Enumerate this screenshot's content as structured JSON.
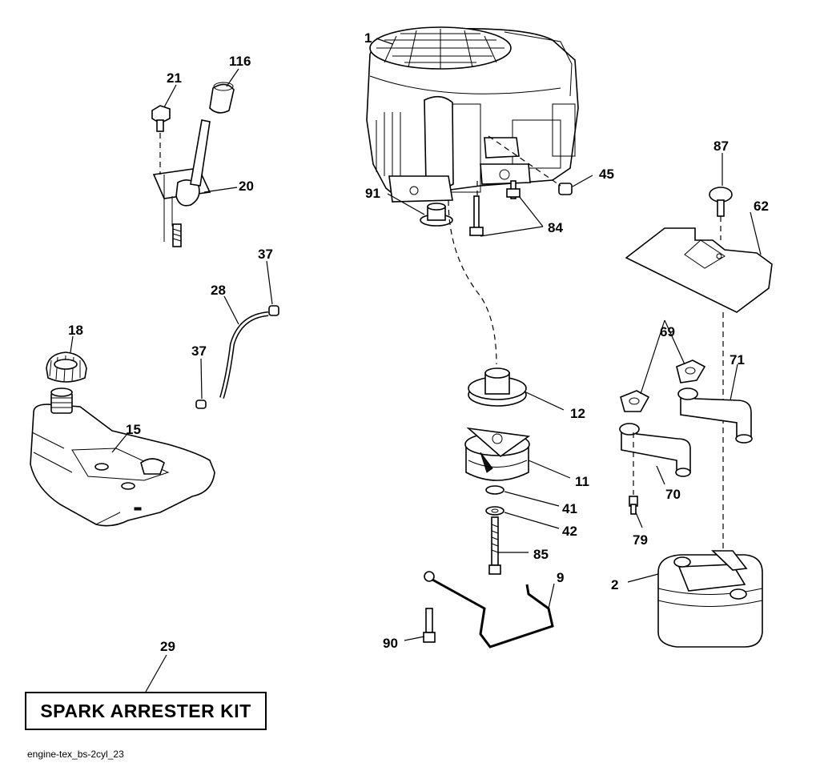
{
  "labels": {
    "p1": "1",
    "p2": "2",
    "p9": "9",
    "p11": "11",
    "p12": "12",
    "p15": "15",
    "p18": "18",
    "p20": "20",
    "p21": "21",
    "p28": "28",
    "p29": "29",
    "p37a": "37",
    "p37b": "37",
    "p41": "41",
    "p42": "42",
    "p45": "45",
    "p62": "62",
    "p69": "69",
    "p70": "70",
    "p71": "71",
    "p79": "79",
    "p84": "84",
    "p85": "85",
    "p87": "87",
    "p90": "90",
    "p91": "91",
    "p116": "116"
  },
  "kit_label": "SPARK ARRESTER KIT",
  "footer": "engine-tex_bs-2cyl_23"
}
